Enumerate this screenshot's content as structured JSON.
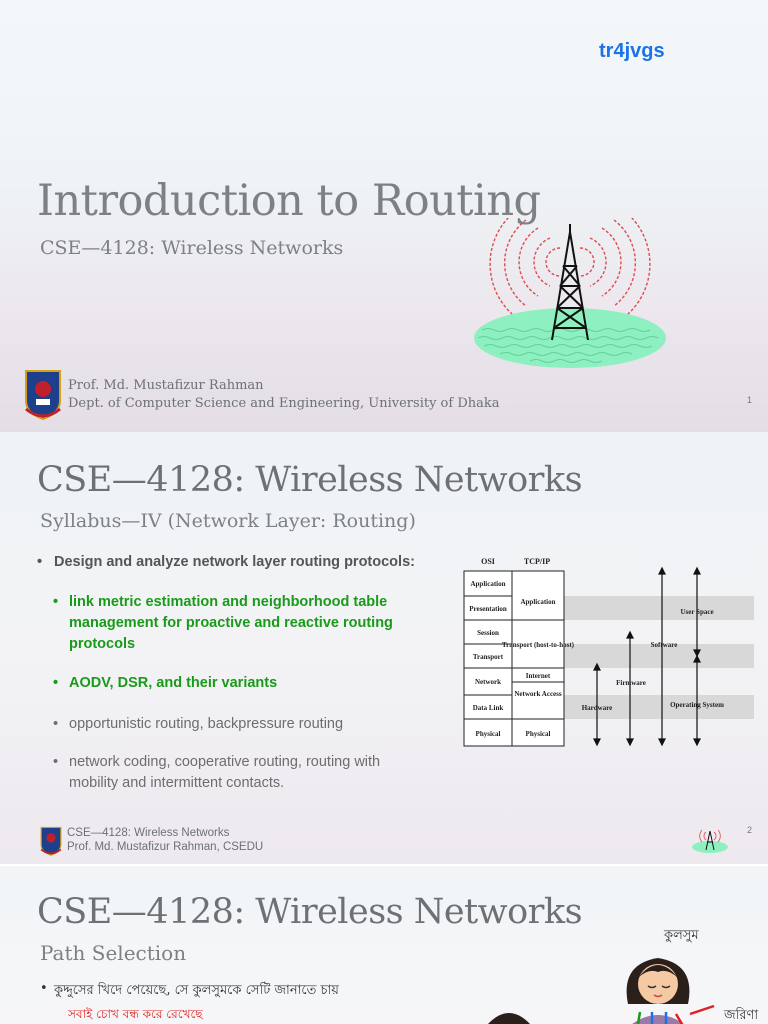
{
  "watermark": "tr4jvgs",
  "slide1": {
    "title": "Introduction to Routing",
    "subtitle": "CSE—4128: Wireless Networks",
    "author": "Prof. Md. Mustafizur Rahman",
    "dept": "Dept. of Computer Science and Engineering, University of Dhaka",
    "page": "1",
    "logo_icon": "university-seal-icon",
    "tower_icon": "radio-tower-icon"
  },
  "slide2": {
    "title": "CSE—4128: Wireless Networks",
    "subtitle": "Syllabus—IV (Network Layer: Routing)",
    "bullets": [
      {
        "level": 1,
        "style": "bold-gray",
        "text": "Design and analyze network layer routing protocols:"
      },
      {
        "level": 2,
        "style": "bold-green",
        "text": "link metric estimation and neighborhood table management for proactive and reactive routing protocols"
      },
      {
        "level": 2,
        "style": "bold-green",
        "text": "AODV, DSR, and their variants"
      },
      {
        "level": 2,
        "style": "normal",
        "text": "opportunistic routing, backpressure routing"
      },
      {
        "level": 2,
        "style": "normal",
        "text": "network coding, cooperative routing, routing with mobility and intermittent contacts."
      }
    ],
    "diagram": {
      "osi_header": "OSI",
      "tcpip_header": "TCP/IP",
      "osi_layers": [
        "Application",
        "Presentation",
        "Session",
        "Transport",
        "Network",
        "Data Link",
        "Physical"
      ],
      "tcpip_layers": [
        "Application",
        "Transport (host-to-host)",
        "Internet",
        "Network Access",
        "Physical"
      ],
      "labels": {
        "user_space": "User Space",
        "software": "Software",
        "firmware": "Firmware",
        "hardware": "Hardware",
        "operating_system": "Operating System"
      }
    },
    "footer_line1": "CSE—4128: Wireless Networks",
    "footer_line2": "Prof. Md. Mustafizur Rahman, CSEDU",
    "page": "2"
  },
  "slide3": {
    "title": "CSE—4128: Wireless Networks",
    "subtitle": "Path Selection",
    "bullet": "কুদ্দুসের খিদে পেয়েছে, সে কুলসুমকে সেটি জানাতে চায়",
    "note": "সবাই চোখ বন্ধ করে রেখেছে",
    "label_kulsum": "কুলসুম",
    "label_jorina": "জরিণা",
    "colors": {
      "green": "#1a9a1a",
      "red": "#e02020",
      "blue": "#1a73e8"
    }
  }
}
